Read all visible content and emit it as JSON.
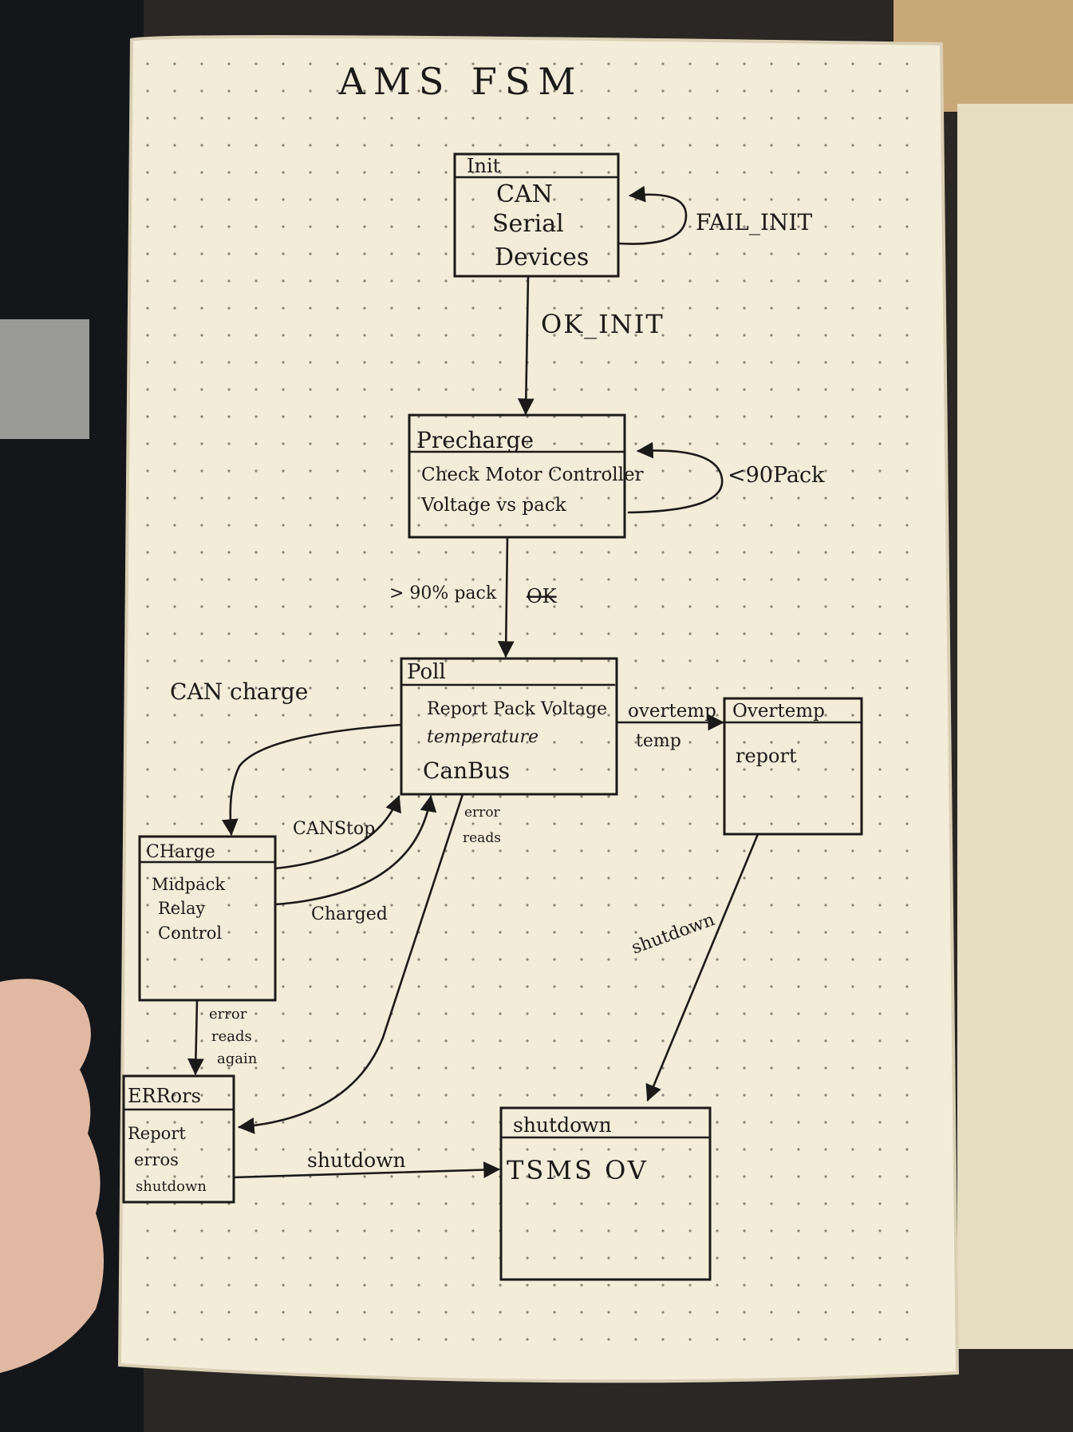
{
  "title": "AMS FSM",
  "states": {
    "init": {
      "name": "Init",
      "lines": [
        "CAN",
        "Serial",
        "Devices"
      ]
    },
    "precharge": {
      "name": "Precharge",
      "lines": [
        "Check Motor Controller",
        "Voltage vs pack"
      ]
    },
    "poll": {
      "name": "Poll",
      "lines": [
        "Report Pack Voltage",
        "temperature",
        "CanBus"
      ]
    },
    "overtemp": {
      "name": "Overtemp",
      "lines": [
        "report"
      ]
    },
    "charge": {
      "name": "CHarge",
      "lines": [
        "Midpack",
        "Relay",
        "Control"
      ]
    },
    "errors": {
      "name": "ERRors",
      "lines": [
        "Report",
        "erros",
        "shutdown"
      ]
    },
    "shutdown": {
      "name": "shutdown",
      "lines": [
        "TSMS OV"
      ]
    }
  },
  "transitions": {
    "fail_init": "FAIL_INIT",
    "ok_init": "OK_INIT",
    "lt90_pack": "<90Pack",
    "gt90_pack": "> 90% pack",
    "ok": "OK",
    "can_charge": "CAN charge",
    "can_stop": "CANStop",
    "charged": "Charged",
    "overtemp": "overtemp",
    "temp": "temp",
    "error_reads_poll": [
      "error",
      "reads"
    ],
    "error_reads_charge": [
      "error",
      "reads",
      "again"
    ],
    "shutdown_overtemp": "shutdown",
    "shutdown_errors": "shutdown"
  },
  "colors": {
    "ink": "#1c1a18",
    "paper": "#f3ecd9",
    "paper_shadow": "#d9cfb4",
    "dot": "#8a8378",
    "cover": "#15171b",
    "desk": "#3a2f26"
  }
}
